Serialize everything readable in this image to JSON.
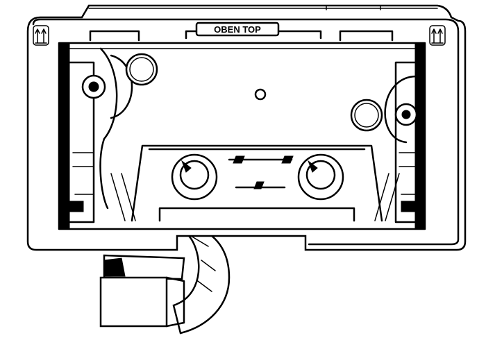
{
  "label": {
    "text": "OBEN TOP"
  },
  "icons": [
    "this-way-up-arrows-left",
    "this-way-up-arrows-right"
  ]
}
